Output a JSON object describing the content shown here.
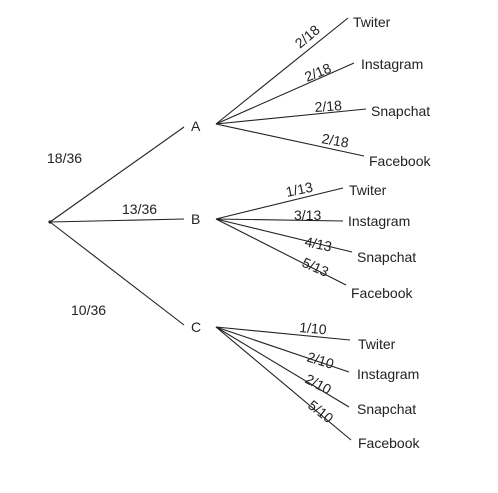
{
  "root_branches": [
    {
      "node": "A",
      "probability": "18/36",
      "leaves": [
        {
          "label": "Twiter",
          "probability": "2/18"
        },
        {
          "label": "Instagram",
          "probability": "2/18"
        },
        {
          "label": "Snapchat",
          "probability": "2/18"
        },
        {
          "label": "Facebook",
          "probability": "2/18"
        }
      ]
    },
    {
      "node": "B",
      "probability": "13/36",
      "leaves": [
        {
          "label": "Twiter",
          "probability": "1/13"
        },
        {
          "label": "Instagram",
          "probability": "3/13"
        },
        {
          "label": "Snapchat",
          "probability": "4/13"
        },
        {
          "label": "Facebook",
          "probability": "5/13"
        }
      ]
    },
    {
      "node": "C",
      "probability": "10/36",
      "leaves": [
        {
          "label": "Twiter",
          "probability": "1/10"
        },
        {
          "label": "Instagram",
          "probability": "2/10"
        },
        {
          "label": "Snapchat",
          "probability": "2/10"
        },
        {
          "label": "Facebook",
          "probability": "5/10"
        }
      ]
    }
  ]
}
